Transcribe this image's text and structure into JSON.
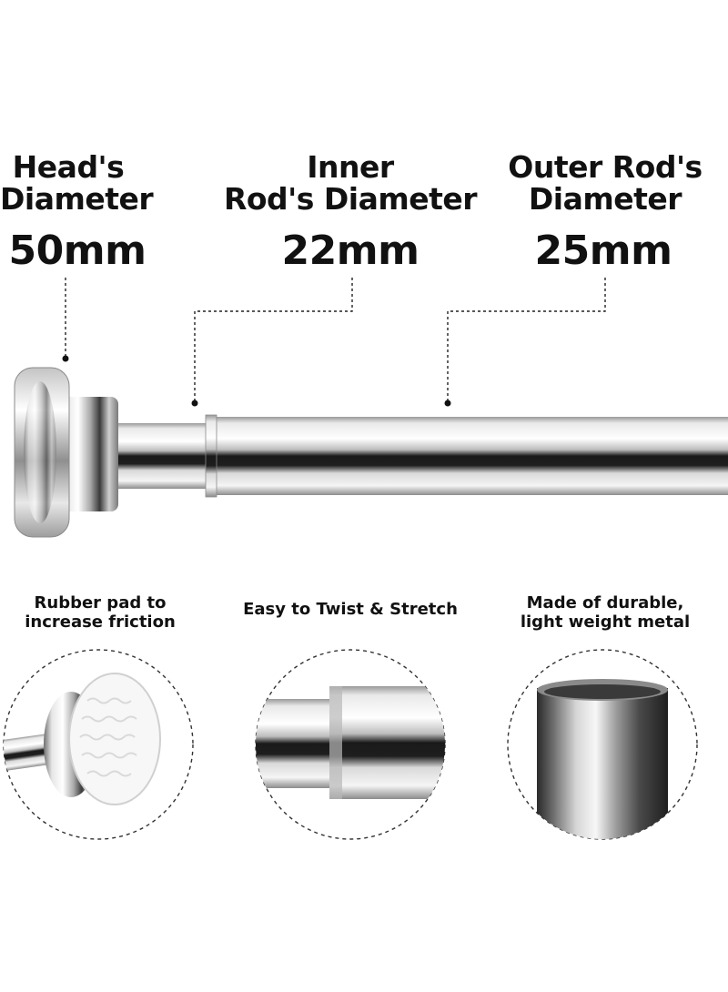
{
  "specs": {
    "head": {
      "label_line1": "Head's",
      "label_line2": "Diameter",
      "value": "50mm"
    },
    "inner": {
      "label_line1": "Inner",
      "label_line2": "Rod's Diameter",
      "value": "22mm"
    },
    "outer": {
      "label_line1": "Outer Rod's",
      "label_line2": "Diameter",
      "value": "25mm"
    }
  },
  "features": {
    "rubber_pad": {
      "line1": "Rubber pad to",
      "line2": "increase friction"
    },
    "twist": {
      "line1": "Easy to Twist & Stretch"
    },
    "metal": {
      "line1": "Made of durable,",
      "line2": "light weight metal"
    }
  },
  "colors": {
    "text": "#111111",
    "chrome_light": "#f2f2f2",
    "chrome_dark": "#1c1c1c",
    "rubber_white": "#fafafa"
  }
}
